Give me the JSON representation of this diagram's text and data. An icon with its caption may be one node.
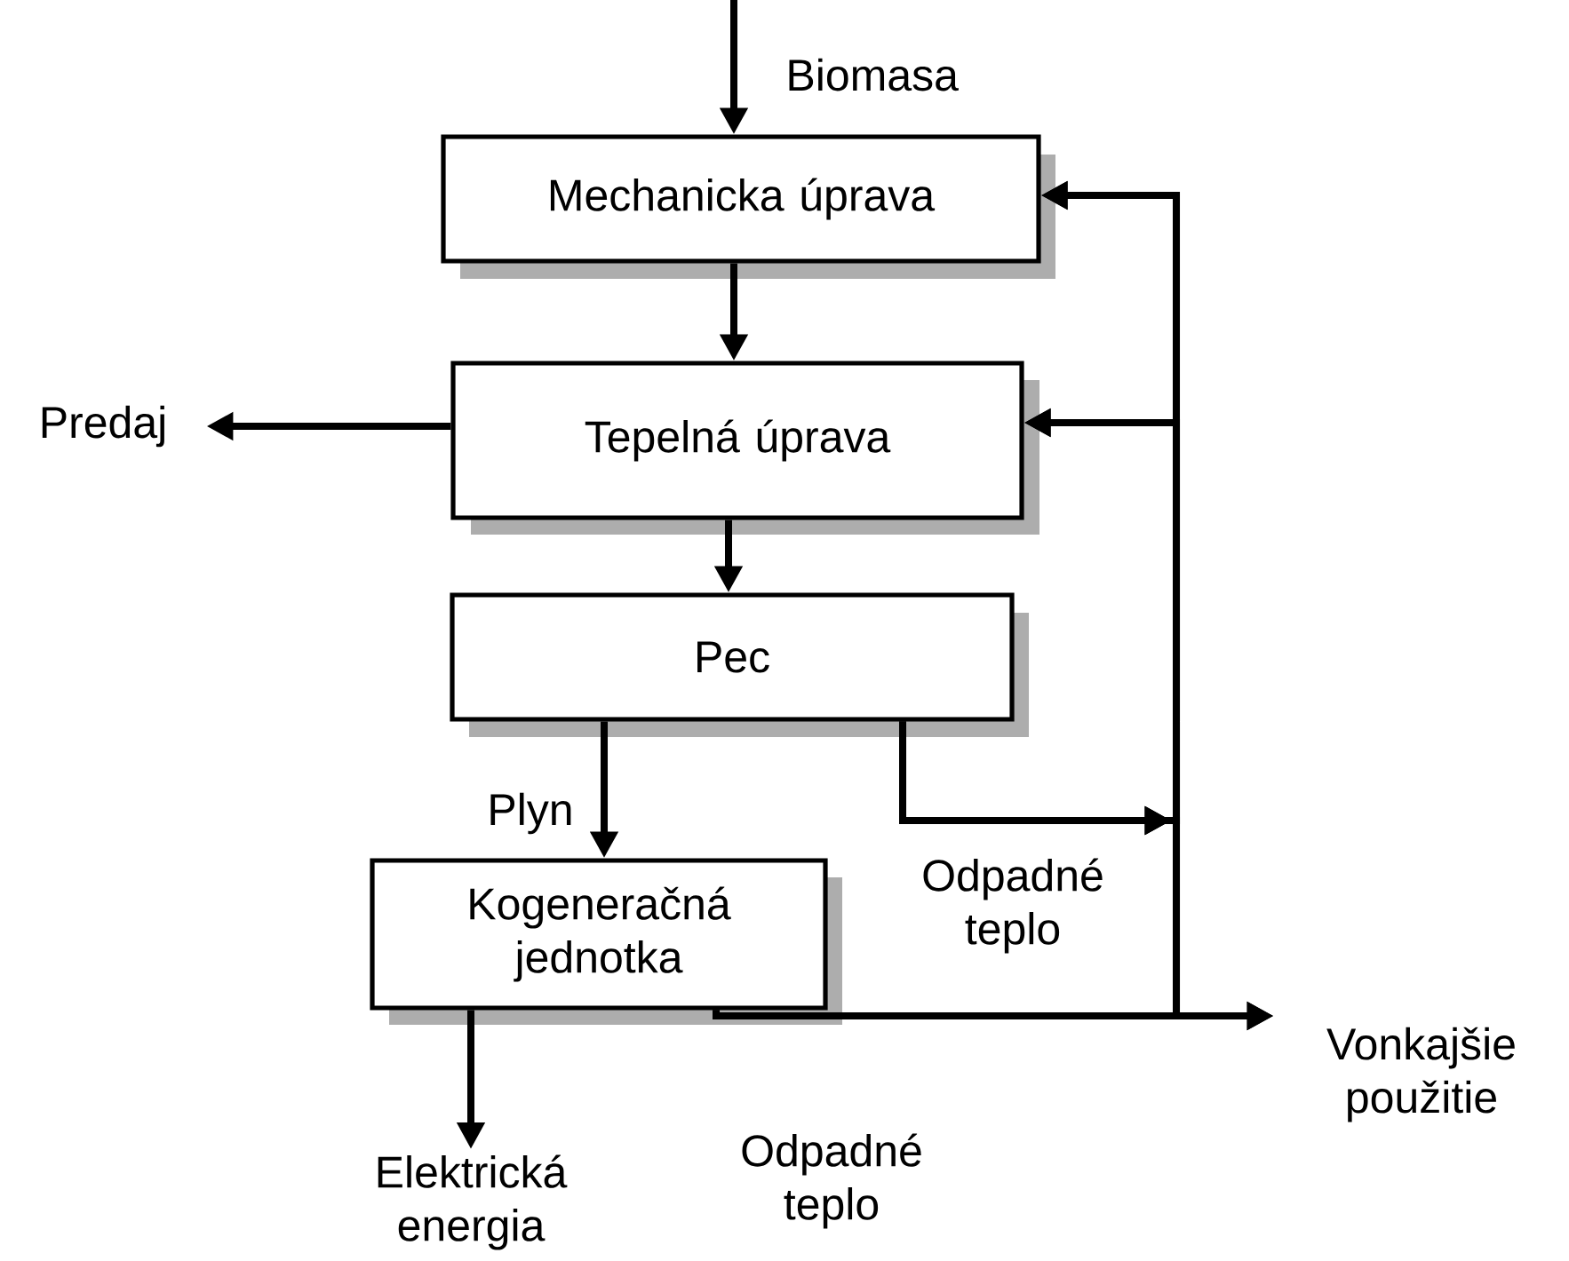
{
  "diagram": {
    "nodes": [
      {
        "text": [
          "Mechanicka úprava"
        ]
      },
      {
        "text": [
          "Tepelná úprava"
        ]
      },
      {
        "text": [
          "Pec"
        ]
      },
      {
        "text": [
          "Kogeneračná jednotka"
        ]
      },
      {
        "text": [
          "Predaj"
        ]
      },
      {
        "text": [
          "Vonkajšie použitie"
        ]
      },
      {
        "text": [
          "Elektrická energia"
        ]
      }
    ],
    "edges": [
      {
        "from": null,
        "to": 0,
        "arrow": "to",
        "label": "Biomasa"
      },
      {
        "from": 0,
        "to": 1,
        "arrow": "to"
      },
      {
        "from": 1,
        "to": 4,
        "arrow": "to"
      },
      {
        "from": 1,
        "to": 2,
        "arrow": "to"
      },
      {
        "from": 2,
        "to": 3,
        "arrow": "to",
        "label": "Plyn"
      },
      {
        "from": 3,
        "to": 6,
        "arrow": "to"
      },
      {
        "from": 2,
        "to": 0,
        "arrow": "to"
      },
      {
        "from": 2,
        "to": 1,
        "arrow": "to"
      },
      {
        "from": 2,
        "to": 5,
        "arrow": "to"
      },
      {
        "from": 3,
        "to": 0,
        "arrow": "to"
      },
      {
        "from": 3,
        "to": 1,
        "arrow": "to"
      },
      {
        "from": 3,
        "to": 5,
        "arrow": "to"
      }
    ],
    "labels": [
      "Odpadné teplo",
      "Odpadné teplo"
    ]
  }
}
